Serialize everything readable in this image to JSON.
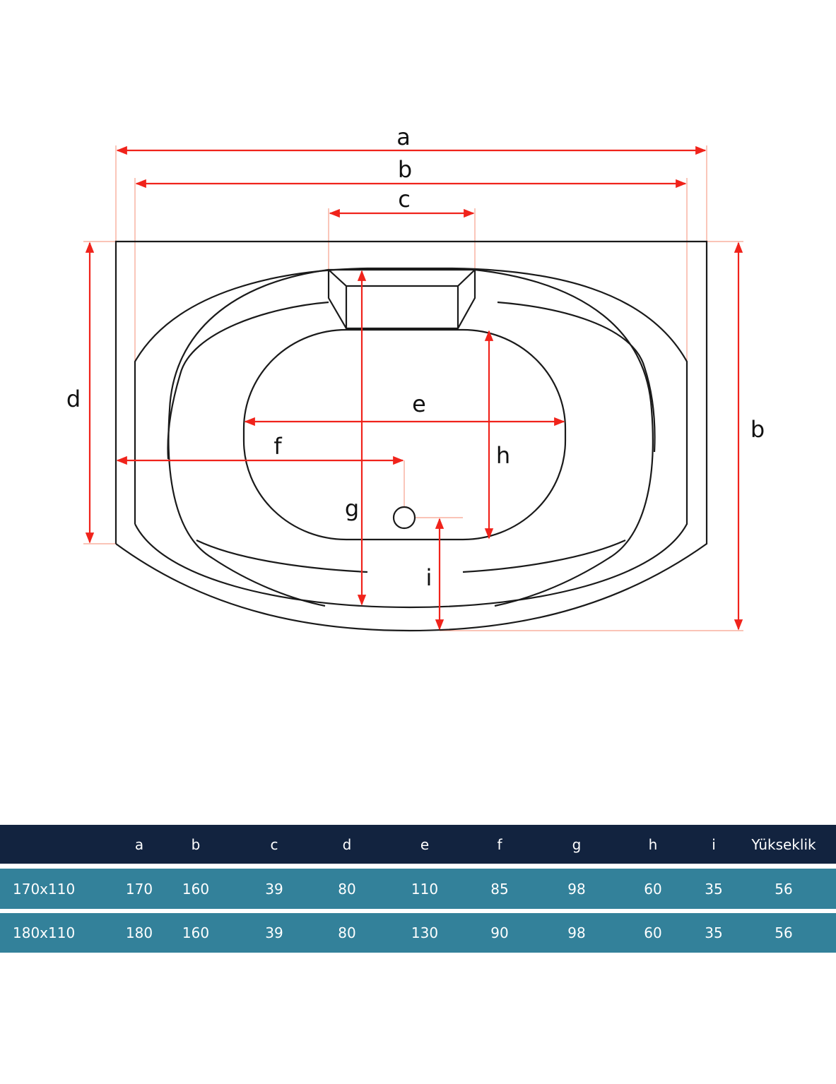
{
  "diagram": {
    "labels": {
      "a": "a",
      "b_top": "b",
      "c": "c",
      "d": "d",
      "b_side": "b",
      "e": "e",
      "f": "f",
      "g": "g",
      "h": "h",
      "i": "i"
    },
    "dimension_color": "#f0231b"
  },
  "table": {
    "headers": [
      "",
      "a",
      "b",
      "c",
      "d",
      "e",
      "f",
      "g",
      "h",
      "i",
      "Yükseklik"
    ],
    "rows": [
      [
        "170x110",
        "170",
        "160",
        "39",
        "80",
        "110",
        "85",
        "98",
        "60",
        "35",
        "56"
      ],
      [
        "180x110",
        "180",
        "160",
        "39",
        "80",
        "130",
        "90",
        "98",
        "60",
        "35",
        "56"
      ]
    ],
    "header_color": "#12233f",
    "row_color": "#33819a"
  }
}
